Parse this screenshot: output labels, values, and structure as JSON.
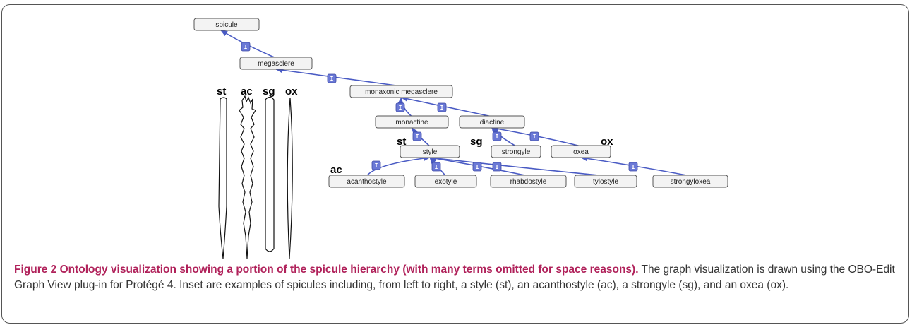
{
  "nodes": [
    {
      "id": "spicule",
      "label": "spicule"
    },
    {
      "id": "megasclere",
      "label": "megasclere"
    },
    {
      "id": "monaxonic",
      "label": "monaxonic megasclere"
    },
    {
      "id": "monactine",
      "label": "monactine"
    },
    {
      "id": "diactine",
      "label": "diactine"
    },
    {
      "id": "style",
      "label": "style"
    },
    {
      "id": "strongyle",
      "label": "strongyle"
    },
    {
      "id": "oxea",
      "label": "oxea"
    },
    {
      "id": "acanthostyle",
      "label": "acanthostyle"
    },
    {
      "id": "exotyle",
      "label": "exotyle"
    },
    {
      "id": "rhabdostyle",
      "label": "rhabdostyle"
    },
    {
      "id": "tylostyle",
      "label": "tylostyle"
    },
    {
      "id": "strongyloxea",
      "label": "strongyloxea"
    }
  ],
  "edges": [
    {
      "from": "megasclere",
      "to": "spicule",
      "relation": "I"
    },
    {
      "from": "monaxonic",
      "to": "megasclere",
      "relation": "I"
    },
    {
      "from": "monactine",
      "to": "monaxonic",
      "relation": "I"
    },
    {
      "from": "diactine",
      "to": "monaxonic",
      "relation": "I"
    },
    {
      "from": "style",
      "to": "monactine",
      "relation": "I"
    },
    {
      "from": "strongyle",
      "to": "diactine",
      "relation": "I"
    },
    {
      "from": "oxea",
      "to": "diactine",
      "relation": "I"
    },
    {
      "from": "acanthostyle",
      "to": "style",
      "relation": "I"
    },
    {
      "from": "exotyle",
      "to": "style",
      "relation": "I"
    },
    {
      "from": "rhabdostyle",
      "to": "style",
      "relation": "I"
    },
    {
      "from": "tylostyle",
      "to": "style",
      "relation": "I"
    },
    {
      "from": "strongyloxea",
      "to": "oxea",
      "relation": "I"
    }
  ],
  "graph_labels": {
    "st": "st",
    "sg": "sg",
    "ox": "ox",
    "ac": "ac"
  },
  "inset_labels": [
    "st",
    "ac",
    "sg",
    "ox"
  ],
  "caption": {
    "bold": "Figure 2 Ontology visualization showing a portion of the spicule hierarchy (with many terms omitted for space reasons).",
    "text": " The graph visualization is drawn using the OBO-Edit Graph View plug-in for Protégé 4. Inset are examples of spicules including, from left to right, a style (st), an acanthostyle (ac), a strongyle (sg), and an oxea (ox)."
  },
  "colors": {
    "edge": "#4a5bc4",
    "badge": "#6b79d6",
    "caption_bold": "#b0215a"
  }
}
